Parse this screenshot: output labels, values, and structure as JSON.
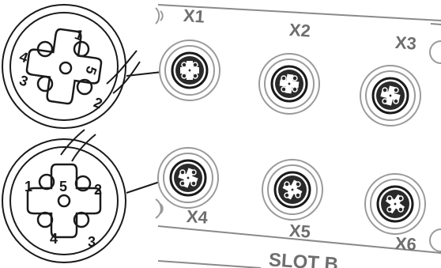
{
  "colors": {
    "line": "#1a1a1a",
    "panel_line": "#8a8a8a",
    "port_ring": "#9a9a9a",
    "label": "#6e6e6e",
    "background": "#ffffff"
  },
  "panel": {
    "ports": [
      {
        "id": "x1",
        "label": "X1"
      },
      {
        "id": "x2",
        "label": "X2"
      },
      {
        "id": "x3",
        "label": "X3"
      },
      {
        "id": "x4",
        "label": "X4"
      },
      {
        "id": "x5",
        "label": "X5"
      },
      {
        "id": "x6",
        "label": "X6"
      }
    ],
    "slot_label": "SLOT B"
  },
  "callouts": {
    "top": {
      "pins": [
        "1",
        "2",
        "3",
        "4",
        "5"
      ]
    },
    "bottom": {
      "pins": [
        "1",
        "2",
        "3",
        "4",
        "5"
      ]
    }
  }
}
